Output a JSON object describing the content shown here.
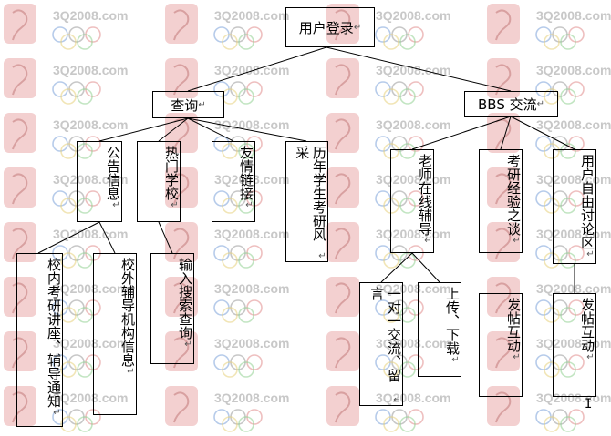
{
  "watermark": {
    "text": "3Q2008.com"
  },
  "nodes": {
    "root": "用户登录",
    "query": "查询",
    "bbs": "BBS 交流",
    "announce": "公告信息",
    "hot_school": "热门学校",
    "friend_links": "友情链接",
    "past_style": "历年学生考研风采",
    "teacher_online": "老师在线辅导",
    "exp_talk": "考研经验之谈",
    "user_free": "用户自由讨论区",
    "lecture_notice": "校内考研讲座、辅导通知",
    "outside_tutor": "校外辅导机构信息",
    "search_query": "输入搜索查询",
    "one_on_one": "一对一交流、留言",
    "up_down": "上传、下载",
    "post_interact_1": "发帖互动",
    "post_interact_2": "发帖互动"
  },
  "colors": {
    "line": "#000000",
    "text": "#000000",
    "watermark": "#c8c8c8"
  }
}
